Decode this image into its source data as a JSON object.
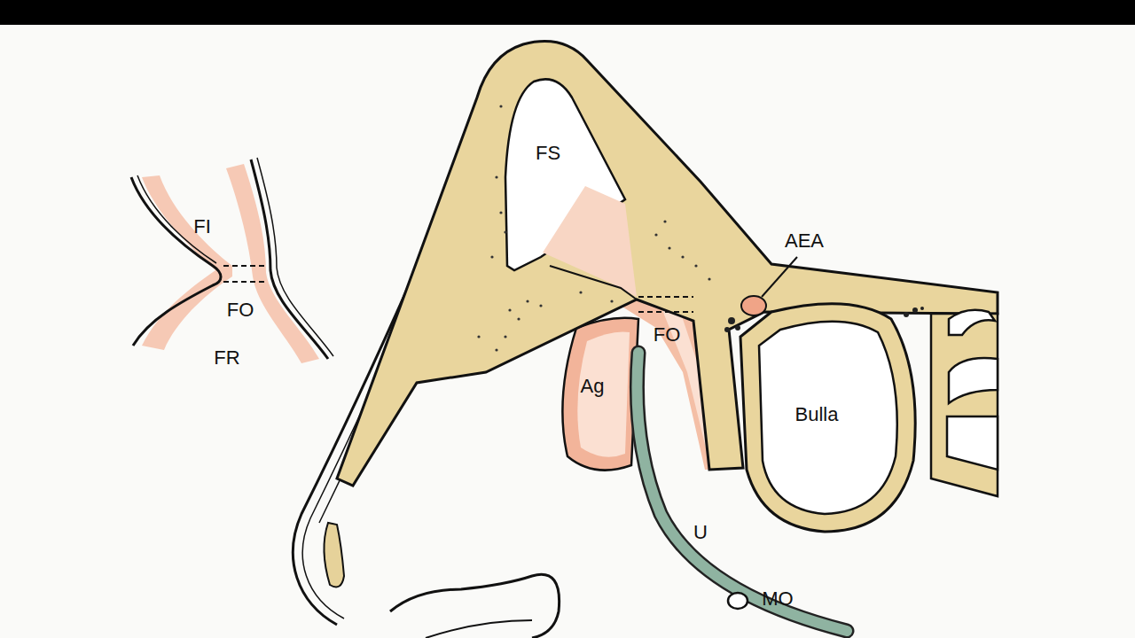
{
  "diagram": {
    "labels": [
      "FI",
      "FO",
      "FR",
      "FS",
      "AEA",
      "FO",
      "Ag",
      "Bulla",
      "U",
      "MO"
    ]
  }
}
